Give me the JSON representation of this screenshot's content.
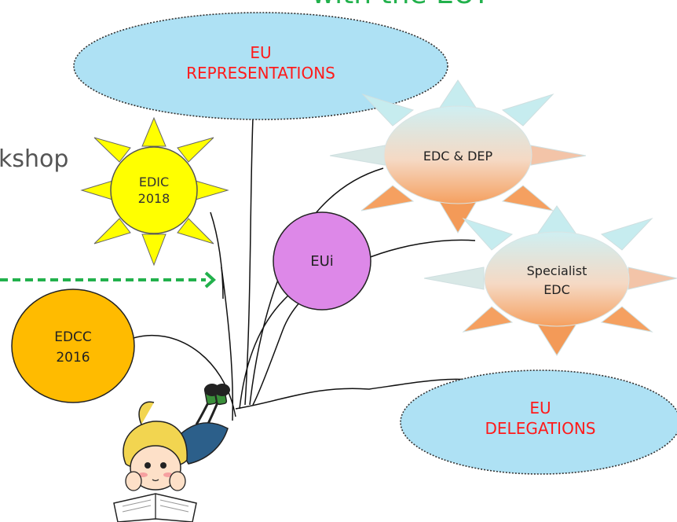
{
  "header": {
    "title_fragment": "with the EU?"
  },
  "side_text": {
    "workshop_fragment": "kshop"
  },
  "nodes": {
    "eu_representations": {
      "lines": [
        "EU",
        "REPRESENTATIONS"
      ]
    },
    "edic": {
      "lines": [
        "EDIC",
        "2018"
      ]
    },
    "edc_dep": {
      "lines": [
        "EDC & DEP"
      ]
    },
    "specialist_edc": {
      "lines": [
        "Specialist",
        "EDC"
      ]
    },
    "eui": {
      "lines": [
        "EUi"
      ]
    },
    "edcc": {
      "lines": [
        "EDCC",
        "2016"
      ]
    },
    "eu_delegations": {
      "lines": [
        "EU",
        "DELEGATIONS"
      ]
    }
  },
  "colors": {
    "title_green": "#22b14c",
    "arrow_green": "#22b14c",
    "ellipse_fill": "#aee1f4",
    "label_red": "#ff1a1a",
    "sun_yellow": "#ffff00",
    "eui_fill": "#dd88e8",
    "edcc_fill": "#ffbb00",
    "gradient_top": "#c8eef0",
    "gradient_bottom": "#f59240"
  },
  "icons": {
    "reader": "girl-reading-book-icon"
  }
}
